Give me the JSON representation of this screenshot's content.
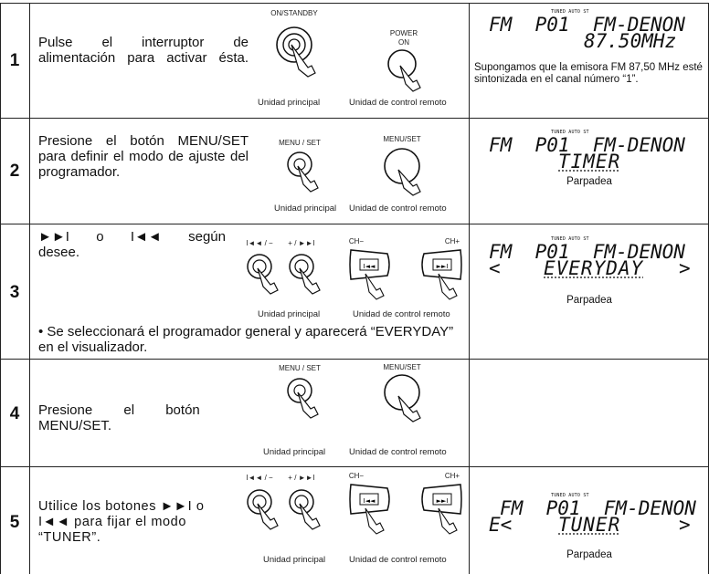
{
  "steps": [
    {
      "number": "1",
      "instruction": "Pulse el interruptor de alimentación para activar ésta.",
      "labels": {
        "main_button": "ON/STANDBY",
        "remote_button_top": "POWER",
        "remote_button_bottom": "ON"
      },
      "captions": {
        "main": "Unidad principal",
        "remote": "Unidad de control remoto"
      },
      "display": {
        "small": "TUNED AUTO ST",
        "line1": "FM  P01  FM-DENON",
        "line2": "87.50MHz"
      },
      "note": "Supongamos que la emisora FM 87,50 MHz esté sintonizada en el canal número “1”."
    },
    {
      "number": "2",
      "instruction": "Presione el botón MENU/SET para definir el modo de ajuste del programador.",
      "labels": {
        "main_button": "MENU / SET",
        "remote_button": "MENU/SET"
      },
      "captions": {
        "main": "Unidad principal",
        "remote": "Unidad de control remoto"
      },
      "display": {
        "small": "TUNED AUTO ST",
        "line1": "FM  P01  FM-DENON",
        "line2": "TIMER"
      },
      "note": "Parpadea"
    },
    {
      "number": "3",
      "instruction_arrows": "►►I  o  I◄◄  según",
      "instruction": "desee.",
      "labels": {
        "main_left": "I◄◄ / −",
        "main_right": "+ / ►►I",
        "remote_left": "CH−",
        "remote_right": "CH+"
      },
      "captions": {
        "main": "Unidad principal",
        "remote": "Unidad de control remoto"
      },
      "bullet": "• Se seleccionará el programador general y aparecerá “EVERYDAY” en el visualizador.",
      "display": {
        "small": "TUNED AUTO ST",
        "line1": "FM  P01  FM-DENON",
        "line2_left": "<",
        "line2_mid": "EVERYDAY",
        "line2_right": ">"
      },
      "note": "Parpadea"
    },
    {
      "number": "4",
      "instruction": "Presione el botón MENU/SET.",
      "labels": {
        "main_button": "MENU / SET",
        "remote_button": "MENU/SET"
      },
      "captions": {
        "main": "Unidad principal",
        "remote": "Unidad de control remoto"
      }
    },
    {
      "number": "5",
      "instruction": "Utilice los botones ►►I o I◄◄ para fijar el modo “TUNER”.",
      "labels": {
        "main_left": "I◄◄ / −",
        "main_right": "+ / ►►I",
        "remote_left": "CH−",
        "remote_right": "CH+"
      },
      "captions": {
        "main": "Unidad principal",
        "remote": "Unidad de control remoto"
      },
      "display": {
        "small": "TUNED AUTO ST",
        "line1": "FM  P01  FM-DENON",
        "line2_left": "E<",
        "line2_mid": "TUNER",
        "line2_right": ">"
      },
      "note": "Parpadea"
    }
  ]
}
